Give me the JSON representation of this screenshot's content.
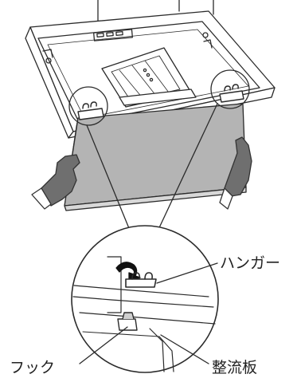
{
  "labels": {
    "hanger": "ハンガー",
    "hook": "フック",
    "rectifier_plate": "整流板"
  },
  "colors": {
    "line": "#2b2b2b",
    "plate_fill": "#b4b4b4",
    "hood_fill": "#ffffff",
    "glove_fill": "#6f6f6f"
  }
}
